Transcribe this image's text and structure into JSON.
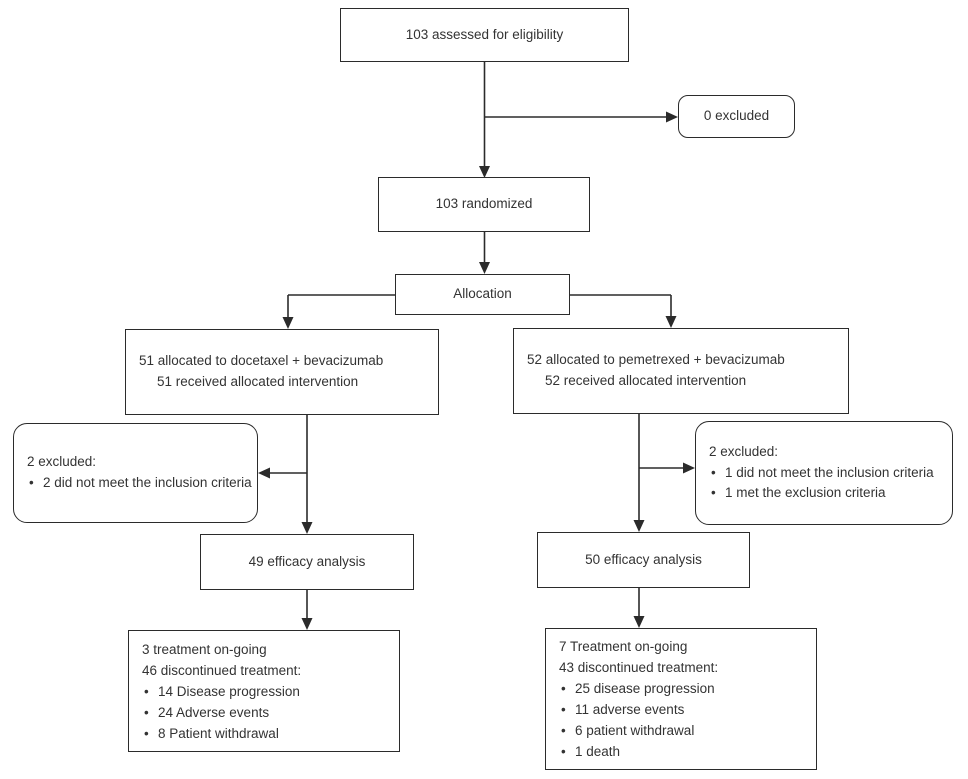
{
  "diagram": {
    "bullet_char": "•",
    "colors": {
      "border": "#2b2b2b",
      "text": "#333333",
      "background": "#ffffff"
    },
    "nodes": {
      "eligibility": {
        "label": "103 assessed for eligibility"
      },
      "excluded_top": {
        "label": "0 excluded"
      },
      "randomized": {
        "label": "103 randomized"
      },
      "allocation": {
        "label": "Allocation"
      },
      "alloc_left": {
        "lines": [
          "51 allocated to docetaxel + bevacizumab",
          "51 received allocated intervention"
        ]
      },
      "alloc_right": {
        "lines": [
          "52 allocated to pemetrexed + bevacizumab",
          "52 received allocated intervention"
        ]
      },
      "excluded_left": {
        "title": "2 excluded:",
        "bullets": [
          "2 did not meet the inclusion criteria"
        ]
      },
      "excluded_right": {
        "title": "2 excluded:",
        "bullets": [
          "1 did not meet the inclusion criteria",
          "1 met the exclusion criteria"
        ]
      },
      "efficacy_left": {
        "label": "49 efficacy analysis"
      },
      "efficacy_right": {
        "label": "50 efficacy analysis"
      },
      "outcome_left": {
        "lines": [
          "3 treatment on-going",
          "46 discontinued treatment:"
        ],
        "bullets": [
          "14 Disease progression",
          "24 Adverse events",
          "8 Patient withdrawal"
        ]
      },
      "outcome_right": {
        "lines": [
          "7 Treatment on-going",
          "43 discontinued treatment:"
        ],
        "bullets": [
          "25 disease progression",
          "11 adverse events",
          "6 patient withdrawal",
          "1 death"
        ]
      }
    }
  }
}
